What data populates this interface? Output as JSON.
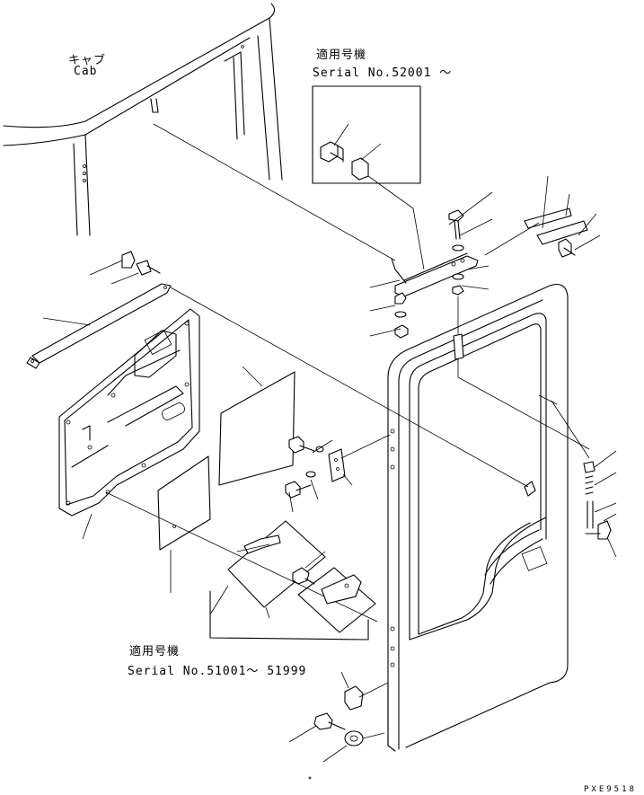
{
  "labels": {
    "cab_jp": "キャブ",
    "cab_en": "Cab",
    "applic_top_jp": "適用号機",
    "applic_top_serial": "Serial No.52001 ～",
    "applic_bottom_jp": "適用号機",
    "applic_bottom_serial": "Serial No.51001～ 51999",
    "drawing_code": "PXE9518"
  }
}
